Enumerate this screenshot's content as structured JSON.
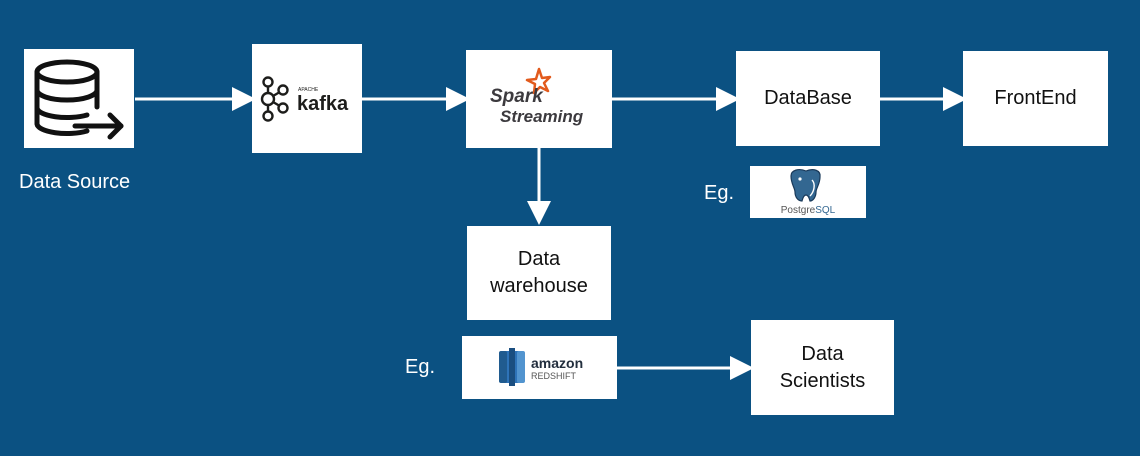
{
  "nodes": {
    "data_source": {
      "label": "Data Source",
      "icon": "database-export-icon"
    },
    "kafka": {
      "brand": "kafka",
      "super": "APACHE",
      "icon": "kafka-logo"
    },
    "spark": {
      "brand": "Spark",
      "sub": "Streaming",
      "icon": "spark-logo"
    },
    "database": {
      "label": "DataBase"
    },
    "frontend": {
      "label": "FrontEnd"
    },
    "warehouse": {
      "label_line1": "Data",
      "label_line2": "warehouse"
    },
    "scientists": {
      "label_line1": "Data",
      "label_line2": "Scientists"
    }
  },
  "examples": {
    "db_eg": {
      "label": "Eg.",
      "logo_text_a": "Postgre",
      "logo_text_b": "SQL",
      "icon": "postgresql-logo"
    },
    "dw_eg": {
      "label": "Eg.",
      "logo_text_top": "amazon",
      "logo_text_bottom": "REDSHIFT",
      "icon": "amazon-redshift-logo"
    }
  },
  "edges": [
    {
      "from": "data_source",
      "to": "kafka"
    },
    {
      "from": "kafka",
      "to": "spark"
    },
    {
      "from": "spark",
      "to": "database"
    },
    {
      "from": "database",
      "to": "frontend"
    },
    {
      "from": "spark",
      "to": "warehouse"
    },
    {
      "from": "dw_eg",
      "to": "scientists"
    }
  ],
  "colors": {
    "background": "#0b5182",
    "arrow": "#ffffff",
    "spark_orange": "#e25a1c",
    "postgres_blue": "#336791",
    "redshift_blue": "#2e73b8"
  }
}
